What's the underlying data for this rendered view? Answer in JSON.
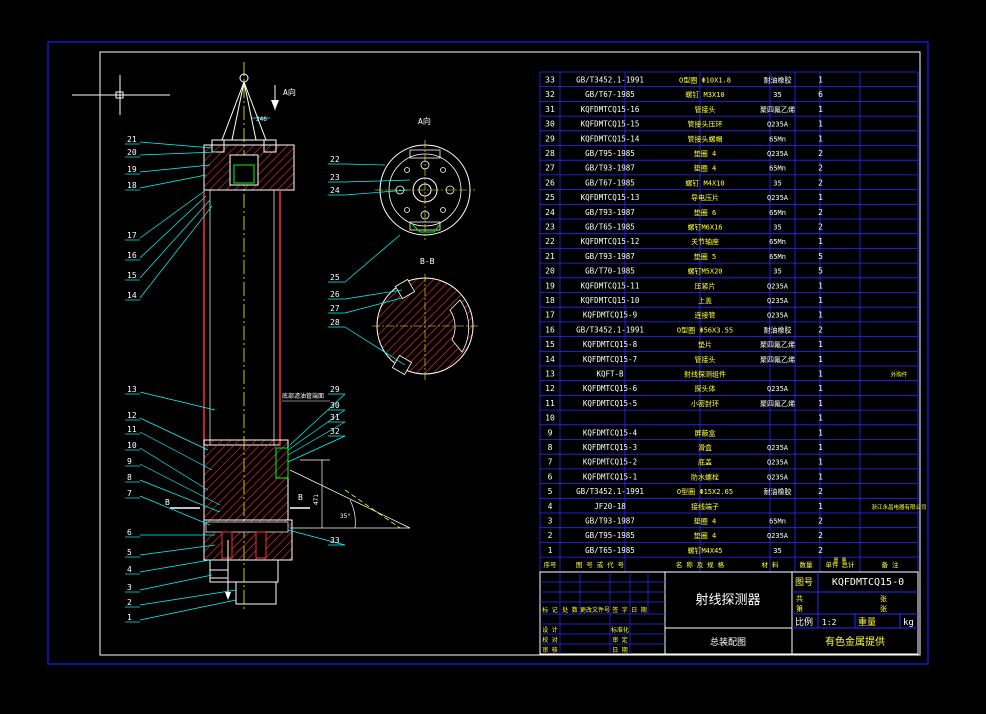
{
  "colors": {
    "background": "#000000",
    "outer_frame": "#1a1aff",
    "inner_frame": "#ffffff",
    "table_lines": "#2a2aff",
    "text": "#ffffff",
    "text_yellow": "#ffff33",
    "leader": "#00ffff",
    "section": "#ff3030",
    "outline": "#ffffff",
    "centerline": "#ffff00",
    "green": "#00ff00"
  },
  "view_labels": {
    "arrow_a": "A向",
    "view_a": "A向",
    "section_bb": "B-B",
    "cut_b_left": "B",
    "cut_b_right": "B",
    "dim_top": "246",
    "dim_side": "471",
    "dim_angle": "35°",
    "note_label": "底部滤油管端面"
  },
  "balloons_left": [
    "21",
    "20",
    "19",
    "18",
    "17",
    "16",
    "15",
    "14",
    "13",
    "12",
    "11",
    "10",
    "9",
    "8",
    "7",
    "6",
    "5",
    "4",
    "3",
    "2",
    "1"
  ],
  "balloons_right": [
    "22",
    "23",
    "24",
    "25",
    "26",
    "27",
    "28",
    "29",
    "30",
    "31",
    "32",
    "33"
  ],
  "bom_rows": [
    {
      "no": "33",
      "code": "GB/T3452.1-1991",
      "name": "O型圈 Φ10X1.8",
      "mat": "耐油橡胶",
      "qty": "1",
      "note": ""
    },
    {
      "no": "32",
      "code": "GB/T67-1985",
      "name": "螺钉 M3X10",
      "mat": "35",
      "qty": "6",
      "note": ""
    },
    {
      "no": "31",
      "code": "KQFDMTCQ15-16",
      "name": "管接头",
      "mat": "聚四氟乙烯",
      "qty": "1",
      "note": ""
    },
    {
      "no": "30",
      "code": "KQFDMTCQ15-15",
      "name": "管接头压环",
      "mat": "Q235A",
      "qty": "1",
      "note": ""
    },
    {
      "no": "29",
      "code": "KQFDMTCQ15-14",
      "name": "管接头螺帽",
      "mat": "65Mn",
      "qty": "1",
      "note": ""
    },
    {
      "no": "28",
      "code": "GB/T95-1985",
      "name": "垫圈 4",
      "mat": "Q235A",
      "qty": "2",
      "note": ""
    },
    {
      "no": "27",
      "code": "GB/T93-1987",
      "name": "垫圈 4",
      "mat": "65Mn",
      "qty": "2",
      "note": ""
    },
    {
      "no": "26",
      "code": "GB/T67-1985",
      "name": "螺钉 M4X10",
      "mat": "35",
      "qty": "2",
      "note": ""
    },
    {
      "no": "25",
      "code": "KQFDMTCQ15-13",
      "name": "导电压片",
      "mat": "Q235A",
      "qty": "1",
      "note": ""
    },
    {
      "no": "24",
      "code": "GB/T93-1987",
      "name": "垫圈 6",
      "mat": "65Mn",
      "qty": "2",
      "note": ""
    },
    {
      "no": "23",
      "code": "GB/T65-1985",
      "name": "螺钉M6X16",
      "mat": "35",
      "qty": "2",
      "note": ""
    },
    {
      "no": "22",
      "code": "KQFDMTCQ15-12",
      "name": "关节轴座",
      "mat": "65Mn",
      "qty": "1",
      "note": ""
    },
    {
      "no": "21",
      "code": "GB/T93-1987",
      "name": "垫圈 5",
      "mat": "65Mn",
      "qty": "5",
      "note": ""
    },
    {
      "no": "20",
      "code": "GB/T70-1985",
      "name": "螺钉M5X20",
      "mat": "35",
      "qty": "5",
      "note": ""
    },
    {
      "no": "19",
      "code": "KQFDMTCQ15-11",
      "name": "压紧片",
      "mat": "Q235A",
      "qty": "1",
      "note": ""
    },
    {
      "no": "18",
      "code": "KQFDMTCQ15-10",
      "name": "上盖",
      "mat": "Q235A",
      "qty": "1",
      "note": ""
    },
    {
      "no": "17",
      "code": "KQFDMTCQ15-9",
      "name": "连接管",
      "mat": "Q235A",
      "qty": "1",
      "note": ""
    },
    {
      "no": "16",
      "code": "GB/T3452.1-1991",
      "name": "O型圈 Φ56X3.55",
      "mat": "耐油橡胶",
      "qty": "2",
      "note": ""
    },
    {
      "no": "15",
      "code": "KQFDMTCQ15-8",
      "name": "垫片",
      "mat": "聚四氟乙烯",
      "qty": "1",
      "note": ""
    },
    {
      "no": "14",
      "code": "KQFDMTCQ15-7",
      "name": "管接头",
      "mat": "聚四氟乙烯",
      "qty": "1",
      "note": ""
    },
    {
      "no": "13",
      "code": "KQFT-B",
      "name": "射线探测组件",
      "mat": "",
      "qty": "1",
      "note": "外购件"
    },
    {
      "no": "12",
      "code": "KQFDMTCQ15-6",
      "name": "探头体",
      "mat": "Q235A",
      "qty": "1",
      "note": ""
    },
    {
      "no": "11",
      "code": "KQFDMTCQ15-5",
      "name": "小密封环",
      "mat": "聚四氟乙烯",
      "qty": "1",
      "note": ""
    },
    {
      "no": "10",
      "code": "",
      "name": "",
      "mat": "",
      "qty": "1",
      "note": ""
    },
    {
      "no": "9",
      "code": "KQFDMTCQ15-4",
      "name": "屏蔽盒",
      "mat": "",
      "qty": "1",
      "note": ""
    },
    {
      "no": "8",
      "code": "KQFDMTCQ15-3",
      "name": "滑盒",
      "mat": "Q235A",
      "qty": "1",
      "note": ""
    },
    {
      "no": "7",
      "code": "KQFDMTCQ15-2",
      "name": "底盖",
      "mat": "Q235A",
      "qty": "1",
      "note": ""
    },
    {
      "no": "6",
      "code": "KQFDMTCQ15-1",
      "name": "防水螺栓",
      "mat": "Q235A",
      "qty": "1",
      "note": ""
    },
    {
      "no": "5",
      "code": "GB/T3452.1-1991",
      "name": "O型圈 Φ15X2.65",
      "mat": "耐油橡胶",
      "qty": "2",
      "note": ""
    },
    {
      "no": "4",
      "code": "JF20-18",
      "name": "接线端子",
      "mat": "",
      "qty": "1",
      "note": "浙江永昌电器有限公司"
    },
    {
      "no": "3",
      "code": "GB/T93-1987",
      "name": "垫圈 4",
      "mat": "65Mn",
      "qty": "2",
      "note": ""
    },
    {
      "no": "2",
      "code": "GB/T95-1985",
      "name": "垫圈 4",
      "mat": "Q235A",
      "qty": "2",
      "note": ""
    },
    {
      "no": "1",
      "code": "GB/T65-1985",
      "name": "螺钉M4X45",
      "mat": "35",
      "qty": "2",
      "note": ""
    }
  ],
  "bom_header": {
    "no": "序号",
    "code": "图 号 或 代 号",
    "name": "名 称 及 规 格",
    "mat": "材 料",
    "qty": "数量",
    "unit_w": "单件",
    "total_w": "总计",
    "note": "备 注",
    "weight": "重 量"
  },
  "title_block": {
    "product_name": "射线探测器",
    "drawing_type": "总装配图",
    "drawing_no_label": "图号",
    "drawing_no": "KQFDMTCQ15-0",
    "scale_label": "比例",
    "scale": "1:2",
    "weight_label": "重量",
    "weight_unit": "kg",
    "sheet_labels": [
      "共",
      "张",
      "第",
      "张"
    ],
    "company": "有色金属提供",
    "sig_cols": [
      "标 记",
      "处 数",
      "更改文件号",
      "签 字",
      "日 期"
    ],
    "sig_rows_left": [
      "设 计",
      "校 对",
      "审 核"
    ],
    "sig_rows_mid": [
      "标准化",
      "审 定",
      "日 期"
    ]
  }
}
